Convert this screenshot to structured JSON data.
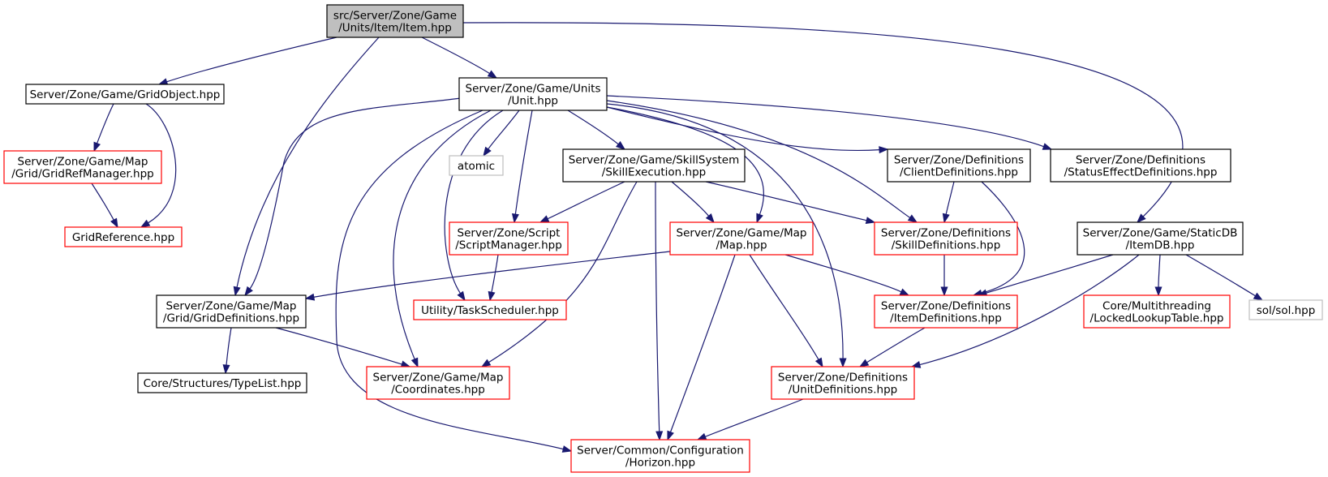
{
  "colors": {
    "edge": "#191970",
    "root_fill": "#bfbfbf",
    "border_default": "#000000",
    "border_red": "#ff0000",
    "border_gray": "#bfbfbf",
    "fill_default": "#ffffff"
  },
  "nodes": [
    {
      "id": "item_hpp",
      "lines": [
        "src/Server/Zone/Game",
        "/Units/Item/Item.hpp"
      ],
      "style": "root"
    },
    {
      "id": "gridobject_hpp",
      "lines": [
        "Server/Zone/Game/GridObject.hpp"
      ],
      "style": "black"
    },
    {
      "id": "unit_hpp",
      "lines": [
        "Server/Zone/Game/Units",
        "/Unit.hpp"
      ],
      "style": "black"
    },
    {
      "id": "gridrefmanager_hpp",
      "lines": [
        "Server/Zone/Game/Map",
        "/Grid/GridRefManager.hpp"
      ],
      "style": "red"
    },
    {
      "id": "gridreference_hpp",
      "lines": [
        "GridReference.hpp"
      ],
      "style": "red"
    },
    {
      "id": "atomic",
      "lines": [
        "atomic"
      ],
      "style": "gray"
    },
    {
      "id": "skillexecution_hpp",
      "lines": [
        "Server/Zone/Game/SkillSystem",
        "/SkillExecution.hpp"
      ],
      "style": "black"
    },
    {
      "id": "clientdefinitions_hpp",
      "lines": [
        "Server/Zone/Definitions",
        "/ClientDefinitions.hpp"
      ],
      "style": "black"
    },
    {
      "id": "statuseffectdefinitions_hpp",
      "lines": [
        "Server/Zone/Definitions",
        "/StatusEffectDefinitions.hpp"
      ],
      "style": "black"
    },
    {
      "id": "itemdb_hpp",
      "lines": [
        "Server/Zone/Game/StaticDB",
        "/ItemDB.hpp"
      ],
      "style": "black"
    },
    {
      "id": "scriptmanager_hpp",
      "lines": [
        "Server/Zone/Script",
        "/ScriptManager.hpp"
      ],
      "style": "red"
    },
    {
      "id": "map_hpp",
      "lines": [
        "Server/Zone/Game/Map",
        "/Map.hpp"
      ],
      "style": "red"
    },
    {
      "id": "skilldefinitions_hpp",
      "lines": [
        "Server/Zone/Definitions",
        "/SkillDefinitions.hpp"
      ],
      "style": "red"
    },
    {
      "id": "griddefinitions_hpp",
      "lines": [
        "Server/Zone/Game/Map",
        "/Grid/GridDefinitions.hpp"
      ],
      "style": "black"
    },
    {
      "id": "taskscheduler_hpp",
      "lines": [
        "Utility/TaskScheduler.hpp"
      ],
      "style": "red"
    },
    {
      "id": "itemdefinitions_hpp",
      "lines": [
        "Server/Zone/Definitions",
        "/ItemDefinitions.hpp"
      ],
      "style": "red"
    },
    {
      "id": "lockedlookuptable_hpp",
      "lines": [
        "Core/Multithreading",
        "/LockedLookupTable.hpp"
      ],
      "style": "red"
    },
    {
      "id": "sol_hpp",
      "lines": [
        "sol/sol.hpp"
      ],
      "style": "gray"
    },
    {
      "id": "typelist_hpp",
      "lines": [
        "Core/Structures/TypeList.hpp"
      ],
      "style": "black"
    },
    {
      "id": "coordinates_hpp",
      "lines": [
        "Server/Zone/Game/Map",
        "/Coordinates.hpp"
      ],
      "style": "red"
    },
    {
      "id": "unitdefinitions_hpp",
      "lines": [
        "Server/Zone/Definitions",
        "/UnitDefinitions.hpp"
      ],
      "style": "red"
    },
    {
      "id": "horizon_hpp",
      "lines": [
        "Server/Common/Configuration",
        "/Horizon.hpp"
      ],
      "style": "red"
    }
  ],
  "edges": [
    {
      "from": "item_hpp",
      "to": "gridobject_hpp"
    },
    {
      "from": "item_hpp",
      "to": "griddefinitions_hpp"
    },
    {
      "from": "item_hpp",
      "to": "unit_hpp"
    },
    {
      "from": "item_hpp",
      "to": "itemdb_hpp"
    },
    {
      "from": "gridobject_hpp",
      "to": "gridrefmanager_hpp"
    },
    {
      "from": "gridobject_hpp",
      "to": "gridreference_hpp"
    },
    {
      "from": "gridrefmanager_hpp",
      "to": "gridreference_hpp"
    },
    {
      "from": "unit_hpp",
      "to": "griddefinitions_hpp"
    },
    {
      "from": "unit_hpp",
      "to": "horizon_hpp"
    },
    {
      "from": "unit_hpp",
      "to": "coordinates_hpp"
    },
    {
      "from": "unit_hpp",
      "to": "taskscheduler_hpp"
    },
    {
      "from": "unit_hpp",
      "to": "atomic"
    },
    {
      "from": "unit_hpp",
      "to": "scriptmanager_hpp"
    },
    {
      "from": "unit_hpp",
      "to": "skillexecution_hpp"
    },
    {
      "from": "unit_hpp",
      "to": "map_hpp"
    },
    {
      "from": "unit_hpp",
      "to": "unitdefinitions_hpp"
    },
    {
      "from": "unit_hpp",
      "to": "skilldefinitions_hpp"
    },
    {
      "from": "unit_hpp",
      "to": "clientdefinitions_hpp"
    },
    {
      "from": "unit_hpp",
      "to": "statuseffectdefinitions_hpp"
    },
    {
      "from": "skillexecution_hpp",
      "to": "scriptmanager_hpp"
    },
    {
      "from": "skillexecution_hpp",
      "to": "coordinates_hpp"
    },
    {
      "from": "skillexecution_hpp",
      "to": "horizon_hpp"
    },
    {
      "from": "skillexecution_hpp",
      "to": "map_hpp"
    },
    {
      "from": "skillexecution_hpp",
      "to": "skilldefinitions_hpp"
    },
    {
      "from": "scriptmanager_hpp",
      "to": "taskscheduler_hpp"
    },
    {
      "from": "map_hpp",
      "to": "griddefinitions_hpp"
    },
    {
      "from": "map_hpp",
      "to": "horizon_hpp"
    },
    {
      "from": "map_hpp",
      "to": "unitdefinitions_hpp"
    },
    {
      "from": "map_hpp",
      "to": "itemdefinitions_hpp"
    },
    {
      "from": "clientdefinitions_hpp",
      "to": "skilldefinitions_hpp"
    },
    {
      "from": "clientdefinitions_hpp",
      "to": "itemdefinitions_hpp"
    },
    {
      "from": "skilldefinitions_hpp",
      "to": "itemdefinitions_hpp"
    },
    {
      "from": "itemdb_hpp",
      "to": "itemdefinitions_hpp"
    },
    {
      "from": "itemdb_hpp",
      "to": "unitdefinitions_hpp"
    },
    {
      "from": "itemdb_hpp",
      "to": "lockedlookuptable_hpp"
    },
    {
      "from": "itemdb_hpp",
      "to": "sol_hpp"
    },
    {
      "from": "itemdefinitions_hpp",
      "to": "unitdefinitions_hpp"
    },
    {
      "from": "unitdefinitions_hpp",
      "to": "horizon_hpp"
    },
    {
      "from": "griddefinitions_hpp",
      "to": "typelist_hpp"
    },
    {
      "from": "griddefinitions_hpp",
      "to": "coordinates_hpp"
    }
  ]
}
